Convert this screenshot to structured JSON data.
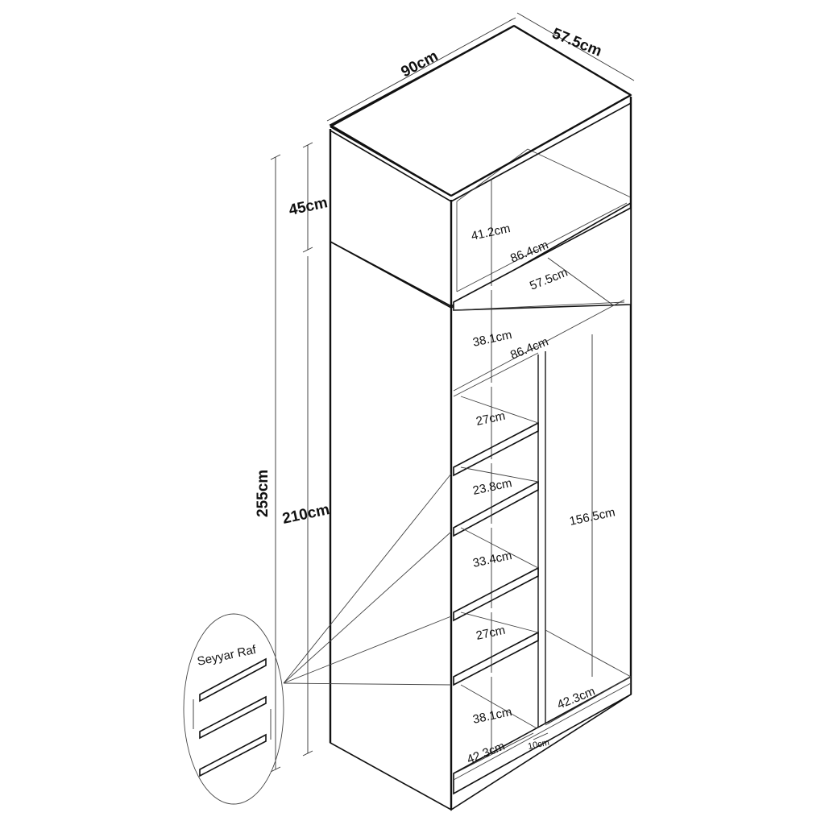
{
  "overall": {
    "width": "90cm",
    "depth": "57.5cm",
    "total_height": "255cm",
    "top_height": "45cm",
    "body_height": "210cm"
  },
  "top_cabinet": {
    "inner_height": "41.2cm",
    "inner_width": "86.4cm"
  },
  "upper_shelf": {
    "depth": "57.5cm",
    "height": "38.1cm",
    "width": "86.4cm"
  },
  "left_column": {
    "compartments": [
      "27cm",
      "23.8cm",
      "33.4cm",
      "27cm",
      "38.1cm"
    ],
    "width": "42.3cm"
  },
  "right_column": {
    "height": "156.5cm",
    "width": "42.3cm"
  },
  "divider": {
    "thickness": "10cm"
  },
  "detail": {
    "title": "Seyyar Raf"
  }
}
